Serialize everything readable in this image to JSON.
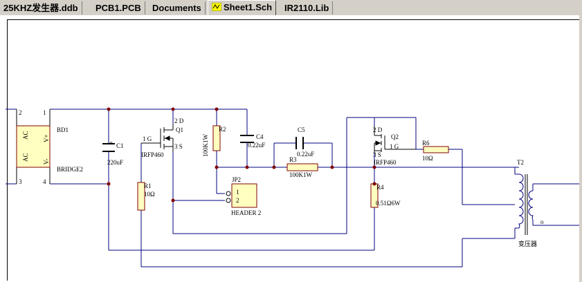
{
  "tabs": [
    {
      "label": "25KHZ发生器.ddb",
      "active": false
    },
    {
      "label": "PCB1.PCB",
      "active": false
    },
    {
      "label": "Documents",
      "active": false
    },
    {
      "label": "Sheet1.Sch",
      "active": true
    },
    {
      "label": "IR2110.Lib",
      "active": false
    }
  ],
  "schematic": {
    "bridge": {
      "ref": "BD1",
      "name": "BRIDGE2",
      "ac1": "AC",
      "ac2": "AC",
      "vplus": "V+",
      "vminus": "V-",
      "pin2": "2",
      "pin1": "1",
      "pin3": "3",
      "pin4": "4"
    },
    "c1": {
      "ref": "C1",
      "value": "220uF",
      "plus": "+"
    },
    "q1": {
      "ref": "Q1",
      "name": "IRFP460",
      "g": "1 G",
      "d": "2 D",
      "s": "3 S"
    },
    "r1": {
      "ref": "R1",
      "value": "10Ω"
    },
    "r2": {
      "ref": "R2",
      "value": "100K1W"
    },
    "c4": {
      "ref": "C4",
      "value": "0.22uF"
    },
    "jp2": {
      "ref": "JP2",
      "name": "HEADER 2",
      "p1": "1",
      "p2": "2"
    },
    "c5": {
      "ref": "C5",
      "value": "0.22uF"
    },
    "r3": {
      "ref": "R3",
      "value": "100K1W"
    },
    "q2": {
      "ref": "Q2",
      "name": "IRFP460",
      "g": "1 G",
      "d": "2 D",
      "s": "3 S"
    },
    "r4": {
      "ref": "R4",
      "value": "0.51Ω6W"
    },
    "r6": {
      "ref": "R6",
      "value": "10Ω"
    },
    "t2": {
      "ref": "T2",
      "name": "变压器",
      "o": "o"
    }
  },
  "colors": {
    "wire": "#000080",
    "body": "#ffffc0",
    "bodyStroke": "#800000",
    "junction": "#800000",
    "pin": "#000000"
  }
}
